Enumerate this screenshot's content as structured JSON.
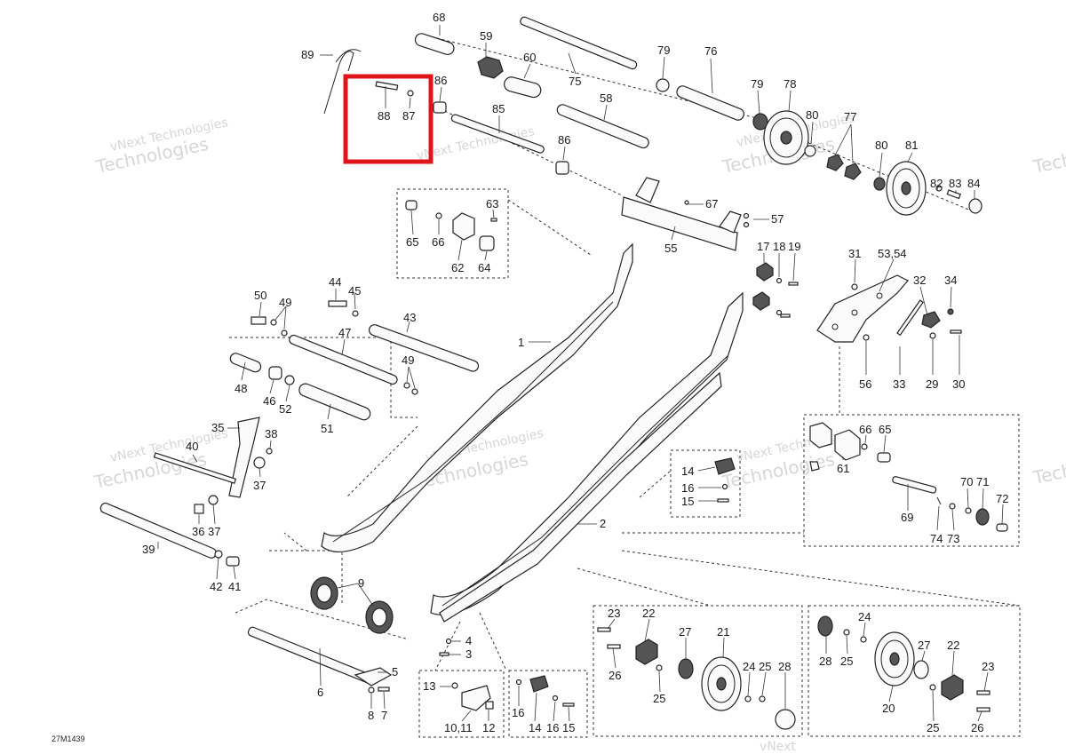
{
  "figure_code": "27M1439",
  "watermark": {
    "line1": "vNext Technologies",
    "line2": "Technologies",
    "brand_small": "vNext"
  },
  "highlight_color": "#e0141b",
  "labels": [
    {
      "id": "68",
      "text": "68"
    },
    {
      "id": "59",
      "text": "59"
    },
    {
      "id": "89",
      "text": "89"
    },
    {
      "id": "60",
      "text": "60"
    },
    {
      "id": "75",
      "text": "75"
    },
    {
      "id": "79a",
      "text": "79"
    },
    {
      "id": "76",
      "text": "76"
    },
    {
      "id": "86a",
      "text": "86"
    },
    {
      "id": "88",
      "text": "88"
    },
    {
      "id": "87",
      "text": "87"
    },
    {
      "id": "58",
      "text": "58"
    },
    {
      "id": "79b",
      "text": "79"
    },
    {
      "id": "78",
      "text": "78"
    },
    {
      "id": "85",
      "text": "85"
    },
    {
      "id": "80a",
      "text": "80"
    },
    {
      "id": "77",
      "text": "77"
    },
    {
      "id": "86b",
      "text": "86"
    },
    {
      "id": "80b",
      "text": "80"
    },
    {
      "id": "81",
      "text": "81"
    },
    {
      "id": "82",
      "text": "82"
    },
    {
      "id": "83",
      "text": "83"
    },
    {
      "id": "84",
      "text": "84"
    },
    {
      "id": "63",
      "text": "63"
    },
    {
      "id": "67",
      "text": "67"
    },
    {
      "id": "57",
      "text": "57"
    },
    {
      "id": "65a",
      "text": "65"
    },
    {
      "id": "66a",
      "text": "66"
    },
    {
      "id": "55",
      "text": "55"
    },
    {
      "id": "62",
      "text": "62"
    },
    {
      "id": "64",
      "text": "64"
    },
    {
      "id": "17",
      "text": "17"
    },
    {
      "id": "18",
      "text": "18"
    },
    {
      "id": "19",
      "text": "19"
    },
    {
      "id": "31",
      "text": "31"
    },
    {
      "id": "5354",
      "text": "53,54"
    },
    {
      "id": "44",
      "text": "44"
    },
    {
      "id": "45",
      "text": "45"
    },
    {
      "id": "50",
      "text": "50"
    },
    {
      "id": "49a",
      "text": "49"
    },
    {
      "id": "32",
      "text": "32"
    },
    {
      "id": "34",
      "text": "34"
    },
    {
      "id": "43",
      "text": "43"
    },
    {
      "id": "47",
      "text": "47"
    },
    {
      "id": "1",
      "text": "1"
    },
    {
      "id": "49b",
      "text": "49"
    },
    {
      "id": "48",
      "text": "48"
    },
    {
      "id": "46",
      "text": "46"
    },
    {
      "id": "52",
      "text": "52"
    },
    {
      "id": "56",
      "text": "56"
    },
    {
      "id": "33",
      "text": "33"
    },
    {
      "id": "29",
      "text": "29"
    },
    {
      "id": "30",
      "text": "30"
    },
    {
      "id": "51",
      "text": "51"
    },
    {
      "id": "35",
      "text": "35"
    },
    {
      "id": "38",
      "text": "38"
    },
    {
      "id": "40",
      "text": "40"
    },
    {
      "id": "66b",
      "text": "66"
    },
    {
      "id": "65b",
      "text": "65"
    },
    {
      "id": "37a",
      "text": "37"
    },
    {
      "id": "14a",
      "text": "14"
    },
    {
      "id": "61",
      "text": "61"
    },
    {
      "id": "16a",
      "text": "16"
    },
    {
      "id": "15a",
      "text": "15"
    },
    {
      "id": "70",
      "text": "70"
    },
    {
      "id": "71",
      "text": "71"
    },
    {
      "id": "72",
      "text": "72"
    },
    {
      "id": "69",
      "text": "69"
    },
    {
      "id": "36",
      "text": "36"
    },
    {
      "id": "37b",
      "text": "37"
    },
    {
      "id": "74",
      "text": "74"
    },
    {
      "id": "73",
      "text": "73"
    },
    {
      "id": "2",
      "text": "2"
    },
    {
      "id": "39",
      "text": "39"
    },
    {
      "id": "42",
      "text": "42"
    },
    {
      "id": "41",
      "text": "41"
    },
    {
      "id": "9",
      "text": "9"
    },
    {
      "id": "23a",
      "text": "23"
    },
    {
      "id": "22a",
      "text": "22"
    },
    {
      "id": "24a",
      "text": "24"
    },
    {
      "id": "27a",
      "text": "27"
    },
    {
      "id": "21",
      "text": "21"
    },
    {
      "id": "27b",
      "text": "27"
    },
    {
      "id": "22b",
      "text": "22"
    },
    {
      "id": "4",
      "text": "4"
    },
    {
      "id": "3",
      "text": "3"
    },
    {
      "id": "28a",
      "text": "28"
    },
    {
      "id": "25a",
      "text": "25"
    },
    {
      "id": "26a",
      "text": "26"
    },
    {
      "id": "5",
      "text": "5"
    },
    {
      "id": "23b",
      "text": "23"
    },
    {
      "id": "24b",
      "text": "24"
    },
    {
      "id": "25b",
      "text": "25"
    },
    {
      "id": "28b",
      "text": "28"
    },
    {
      "id": "6",
      "text": "6"
    },
    {
      "id": "13",
      "text": "13"
    },
    {
      "id": "25c",
      "text": "25"
    },
    {
      "id": "20",
      "text": "20"
    },
    {
      "id": "8",
      "text": "8"
    },
    {
      "id": "7",
      "text": "7"
    },
    {
      "id": "16b",
      "text": "16"
    },
    {
      "id": "14b",
      "text": "14"
    },
    {
      "id": "16c",
      "text": "16"
    },
    {
      "id": "15b",
      "text": "15"
    },
    {
      "id": "1011",
      "text": "10,11"
    },
    {
      "id": "12",
      "text": "12"
    },
    {
      "id": "25d",
      "text": "25"
    },
    {
      "id": "26b",
      "text": "26"
    }
  ]
}
